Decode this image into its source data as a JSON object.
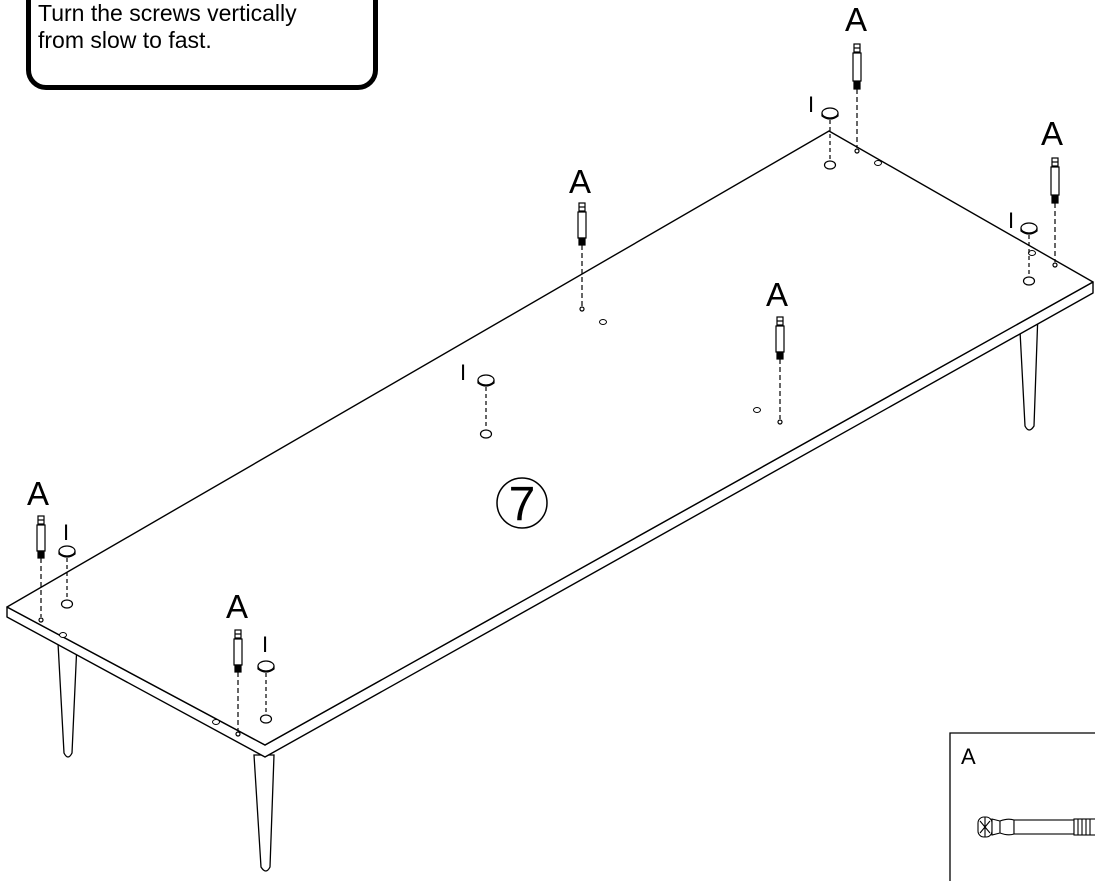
{
  "note": {
    "line1": "Turn the screws vertically",
    "line2": "from slow to fast."
  },
  "step_number": "7",
  "part_labels": {
    "cam_screw": "A",
    "cap": "I"
  },
  "inset": {
    "label": "A"
  }
}
